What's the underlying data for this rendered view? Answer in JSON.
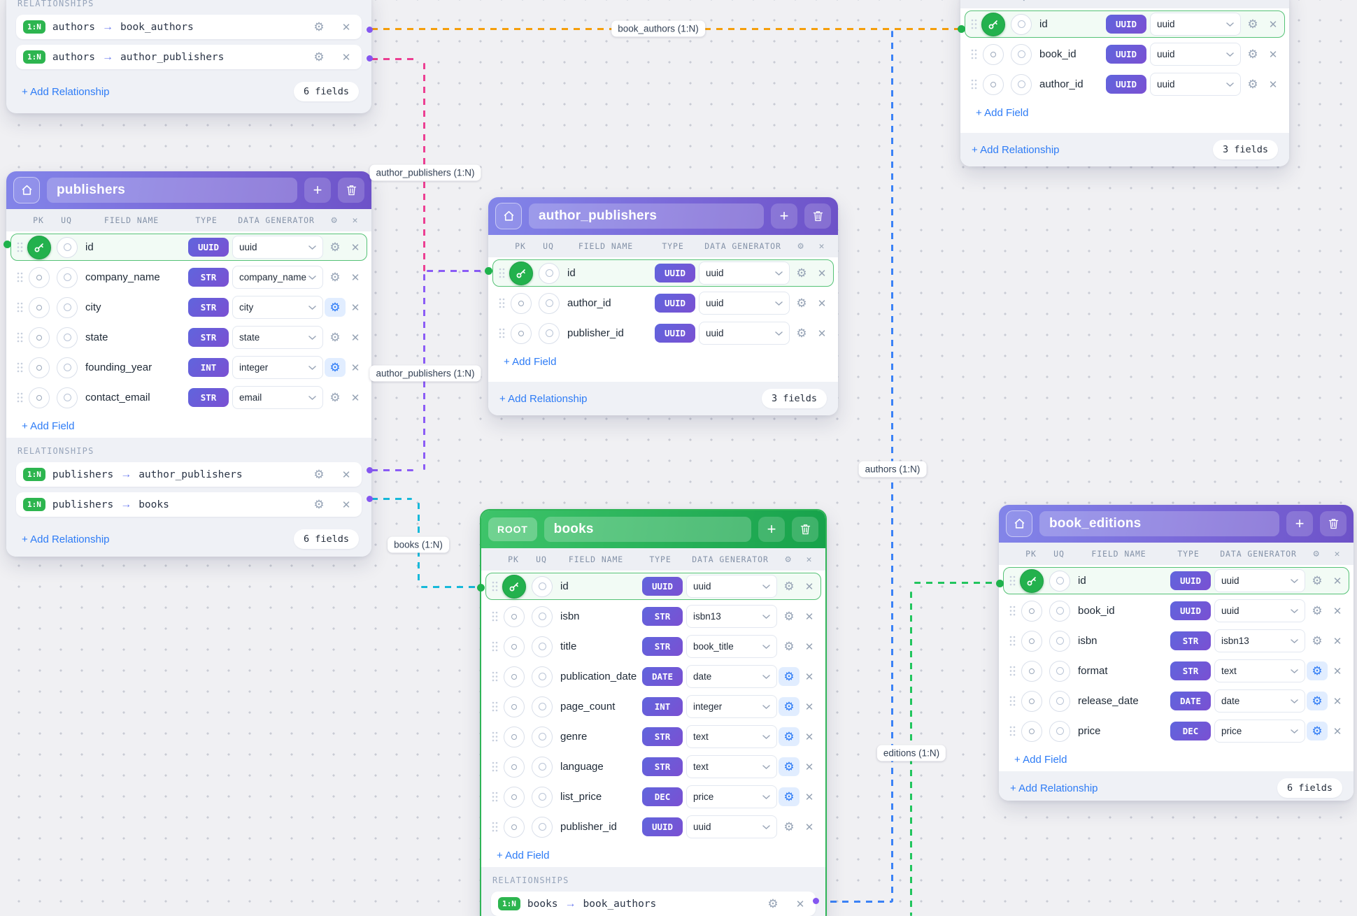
{
  "ui": {
    "relationships_label": "RELATIONSHIPS",
    "add_field": "+ Add Field",
    "add_relationship": "+ Add Relationship",
    "columns": {
      "pk": "PK",
      "uq": "UQ",
      "field_name": "FIELD NAME",
      "type": "TYPE",
      "generator": "DATA GENERATOR"
    }
  },
  "colors": {
    "header_purple": "#6d52c8",
    "header_green": "#17a24b",
    "type_badge": "#6a5bd8",
    "cardinality_badge": "#2db54f",
    "pk_active": "#23b14d",
    "link_blue": "#2e7cf6",
    "line_orange": "#f59e0b",
    "line_pink": "#ec3f92",
    "line_violet": "#8b5cf6",
    "line_cyan": "#17b9da",
    "line_blue": "#3b82f6",
    "line_green": "#22c55e"
  },
  "connections": {
    "labels": [
      {
        "text": "book_authors (1:N)"
      },
      {
        "text": "author_publishers (1:N)"
      },
      {
        "text": "author_publishers (1:N)"
      },
      {
        "text": "books (1:N)"
      },
      {
        "text": "authors (1:N)"
      },
      {
        "text": "editions (1:N)"
      }
    ]
  },
  "tables": {
    "authors": {
      "relationships": [
        {
          "cardinality": "1:N",
          "from": "authors",
          "to": "book_authors"
        },
        {
          "cardinality": "1:N",
          "from": "authors",
          "to": "author_publishers"
        }
      ],
      "fields_count": "6 fields"
    },
    "publishers": {
      "title": "publishers",
      "fields": [
        {
          "name": "id",
          "type": "UUID",
          "generator": "uuid",
          "pk": true
        },
        {
          "name": "company_name",
          "type": "STR",
          "generator": "company_name"
        },
        {
          "name": "city",
          "type": "STR",
          "generator": "city",
          "gear_active": true
        },
        {
          "name": "state",
          "type": "STR",
          "generator": "state"
        },
        {
          "name": "founding_year",
          "type": "INT",
          "generator": "integer",
          "gear_active": true
        },
        {
          "name": "contact_email",
          "type": "STR",
          "generator": "email"
        }
      ],
      "relationships": [
        {
          "cardinality": "1:N",
          "from": "publishers",
          "to": "author_publishers"
        },
        {
          "cardinality": "1:N",
          "from": "publishers",
          "to": "books"
        }
      ],
      "fields_count": "6 fields"
    },
    "author_publishers": {
      "title": "author_publishers",
      "fields": [
        {
          "name": "id",
          "type": "UUID",
          "generator": "uuid",
          "pk": true
        },
        {
          "name": "author_id",
          "type": "UUID",
          "generator": "uuid"
        },
        {
          "name": "publisher_id",
          "type": "UUID",
          "generator": "uuid"
        }
      ],
      "fields_count": "3 fields"
    },
    "book_authors": {
      "fields": [
        {
          "name": "id",
          "type": "UUID",
          "generator": "uuid",
          "pk": true
        },
        {
          "name": "book_id",
          "type": "UUID",
          "generator": "uuid"
        },
        {
          "name": "author_id",
          "type": "UUID",
          "generator": "uuid"
        }
      ],
      "fields_count": "3 fields"
    },
    "books": {
      "root_badge": "ROOT",
      "title": "books",
      "fields": [
        {
          "name": "id",
          "type": "UUID",
          "generator": "uuid",
          "pk": true
        },
        {
          "name": "isbn",
          "type": "STR",
          "generator": "isbn13"
        },
        {
          "name": "title",
          "type": "STR",
          "generator": "book_title"
        },
        {
          "name": "publication_date",
          "type": "DATE",
          "generator": "date",
          "gear_active": true
        },
        {
          "name": "page_count",
          "type": "INT",
          "generator": "integer",
          "gear_active": true
        },
        {
          "name": "genre",
          "type": "STR",
          "generator": "text",
          "gear_active": true
        },
        {
          "name": "language",
          "type": "STR",
          "generator": "text",
          "gear_active": true
        },
        {
          "name": "list_price",
          "type": "DEC",
          "generator": "price",
          "gear_active": true
        },
        {
          "name": "publisher_id",
          "type": "UUID",
          "generator": "uuid"
        }
      ],
      "relationships": [
        {
          "cardinality": "1:N",
          "from": "books",
          "to": "book_authors"
        }
      ]
    },
    "book_editions": {
      "title": "book_editions",
      "fields": [
        {
          "name": "id",
          "type": "UUID",
          "generator": "uuid",
          "pk": true
        },
        {
          "name": "book_id",
          "type": "UUID",
          "generator": "uuid"
        },
        {
          "name": "isbn",
          "type": "STR",
          "generator": "isbn13"
        },
        {
          "name": "format",
          "type": "STR",
          "generator": "text",
          "gear_active": true
        },
        {
          "name": "release_date",
          "type": "DATE",
          "generator": "date",
          "gear_active": true
        },
        {
          "name": "price",
          "type": "DEC",
          "generator": "price",
          "gear_active": true
        }
      ],
      "fields_count": "6 fields"
    }
  }
}
